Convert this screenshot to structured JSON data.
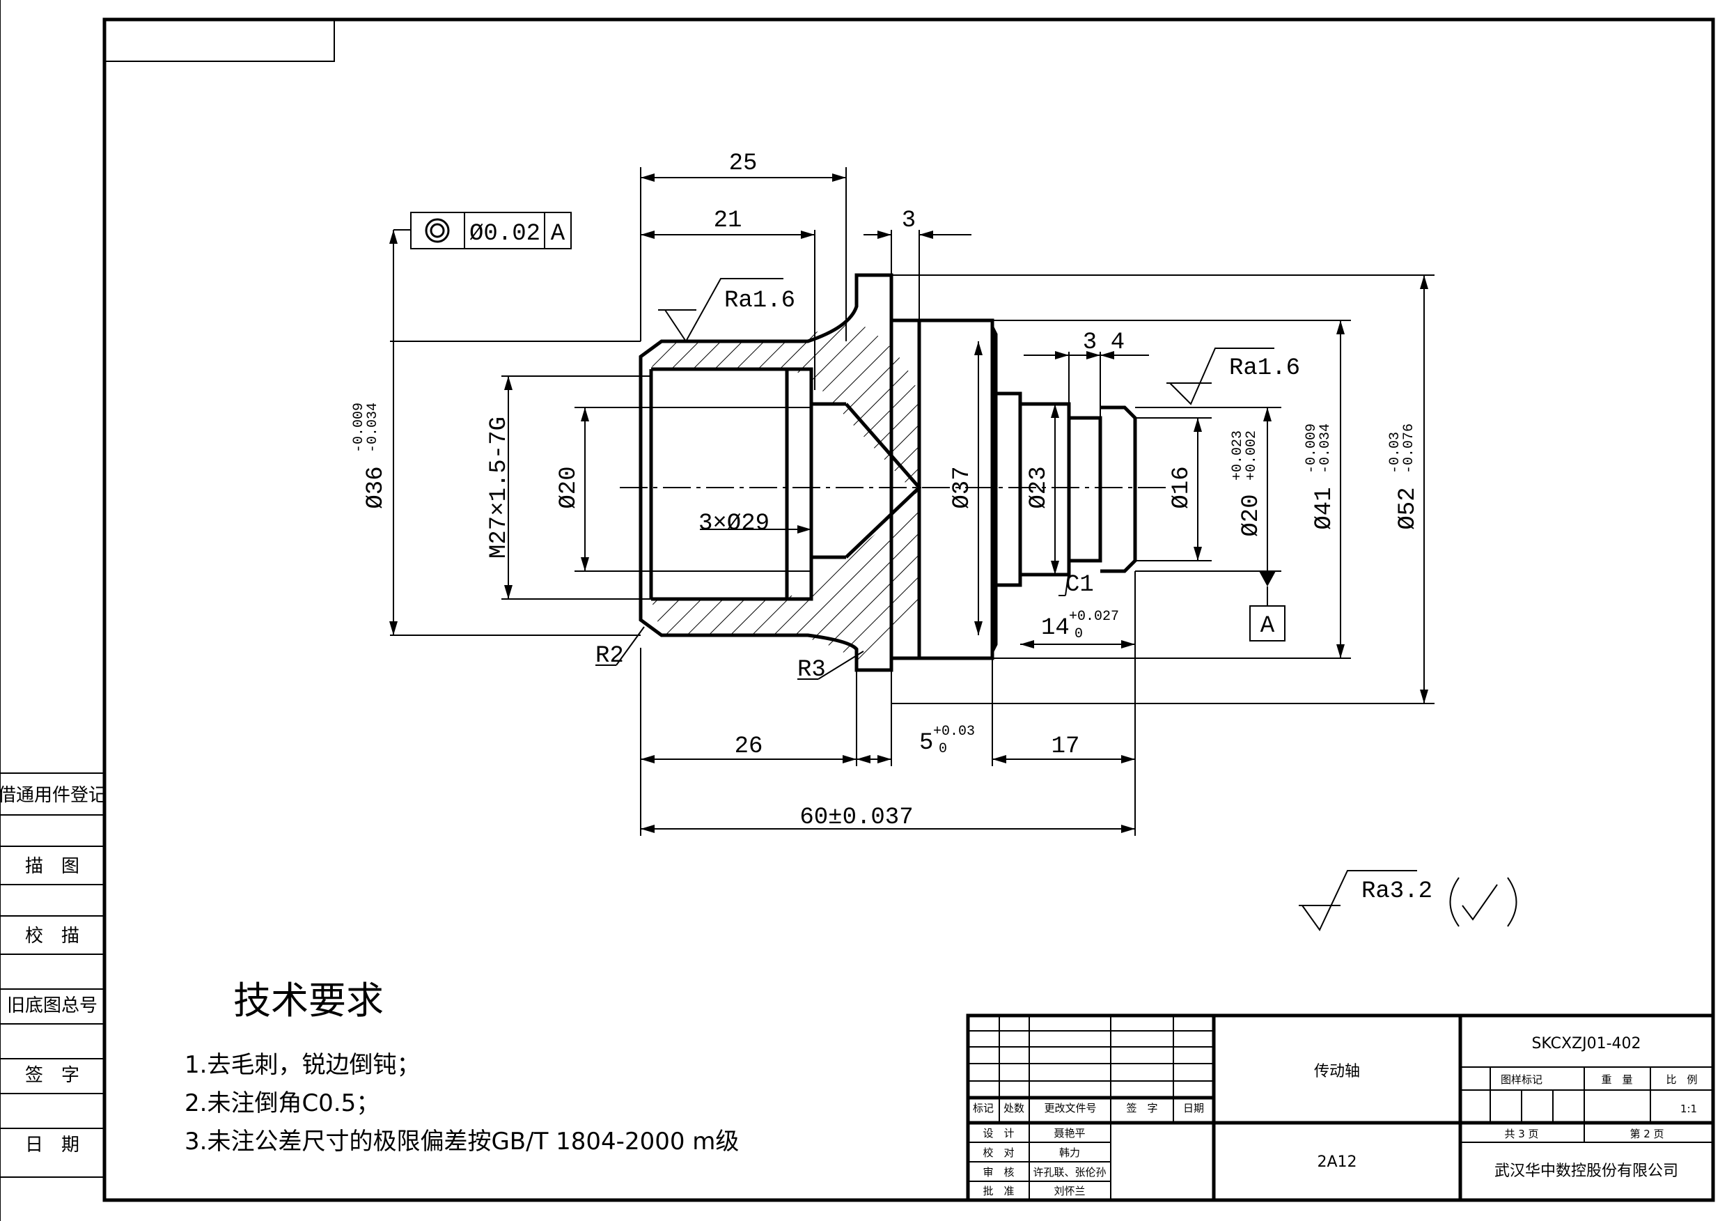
{
  "side_table": [
    "借通用件登记",
    "描　图",
    "校　描",
    "旧底图总号",
    "签　字",
    "日　期"
  ],
  "geo_tol": {
    "symbol": "◎",
    "value": "Ø0.02",
    "datum": "A"
  },
  "dims": {
    "d25": "25",
    "d21": "21",
    "d3": "3",
    "d3b": "3",
    "d4": "4",
    "d26": "26",
    "d17": "17",
    "d60": "60±0.037",
    "d5": "5",
    "d5_up": "+0.03",
    "d5_lo": "0",
    "d14": "14",
    "d14_up": "+0.027",
    "d14_lo": "0",
    "ra_left": "Ra1.6",
    "ra_right": "Ra1.6",
    "d36": "Ø36",
    "d36_up": "-0.009",
    "d36_lo": "-0.034",
    "m27": "M27×1.5-7G",
    "phi20": "Ø20",
    "phi29": "3×Ø29",
    "phi37": "Ø37",
    "phi23": "Ø23",
    "phi16": "Ø16",
    "phi20b": "Ø20",
    "phi20b_up": "+0.023",
    "phi20b_lo": "+0.002",
    "phi41": "Ø41",
    "phi41_up": "-0.009",
    "phi41_lo": "-0.034",
    "phi52": "Ø52",
    "phi52_up": "-0.03",
    "phi52_lo": "-0.076",
    "c1": "C1",
    "r2": "R2",
    "r3": "R3",
    "datum_a": "A"
  },
  "general_roughness": "Ra3.2",
  "requirements": {
    "title": "技术要求",
    "items": [
      "1.去毛刺，锐边倒钝；",
      "2.未注倒角C0.5；",
      "3.未注公差尺寸的极限偏差按GB/T 1804-2000 m级"
    ]
  },
  "title_block": {
    "headers": [
      "标记",
      "处数",
      "更改文件号",
      "签　字",
      "日期"
    ],
    "rows": [
      [
        "设　计",
        "聂艳平"
      ],
      [
        "校　对",
        "韩力"
      ],
      [
        "审　核",
        "许孔联、张伦孙"
      ],
      [
        "批　准",
        "刘怀兰"
      ]
    ],
    "part_name": "传动轴",
    "material": "2A12",
    "drawing_no": "SKCXZJ01-402",
    "col_labels": [
      "图样标记",
      "重　量",
      "比　例"
    ],
    "scale": "1:1",
    "total_pages": "共 3 页",
    "page": "第 2 页",
    "company": "武汉华中数控股份有限公司"
  }
}
